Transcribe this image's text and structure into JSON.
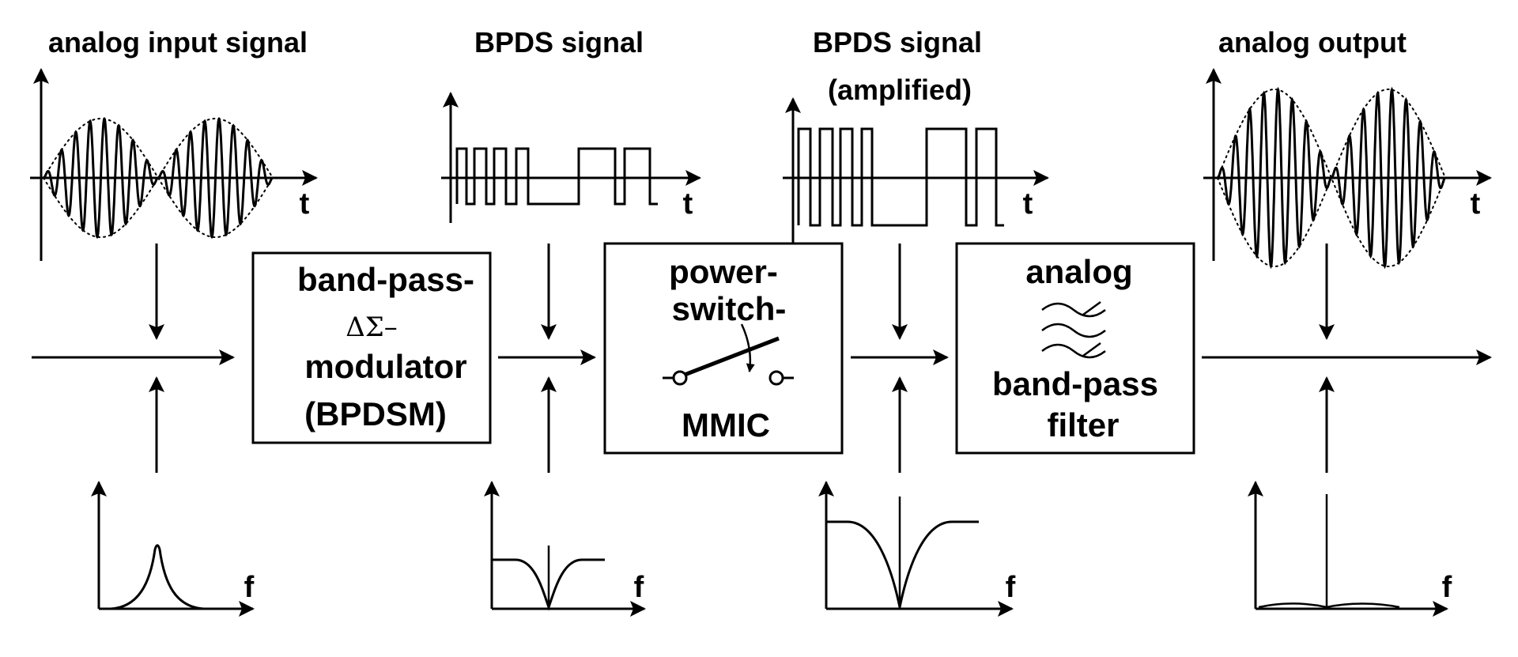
{
  "labels": {
    "input_signal": "analog input signal",
    "bpds_signal": "BPDS signal",
    "bpds_amp_line1": "BPDS signal",
    "bpds_amp_line2": "(amplified)",
    "output_signal": "analog output",
    "time_axis": "t",
    "freq_axis": "f"
  },
  "blocks": {
    "bpdsm": {
      "line1": "band-pass-",
      "line2": "ΔΣ–",
      "line3": "modulator",
      "line4": "(BPDSM)"
    },
    "mmic": {
      "line1": "power-",
      "line2": "switch-",
      "line3": "MMIC"
    },
    "filter": {
      "line1": "analog",
      "line2": "band-pass",
      "line3": "filter"
    }
  },
  "colors": {
    "stroke": "#000000",
    "background": "#ffffff"
  }
}
